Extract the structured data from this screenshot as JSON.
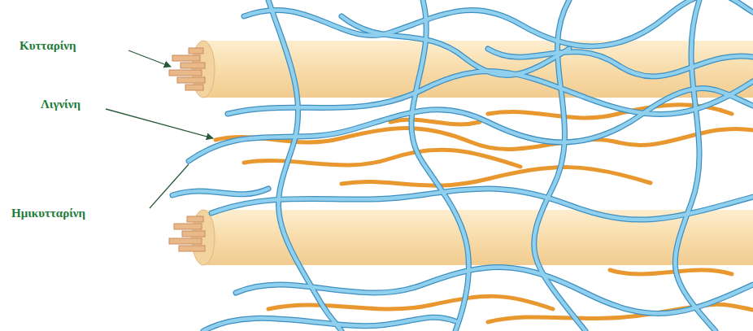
{
  "diagram": {
    "labels": [
      "Κυτταρίνη",
      "Λιγνίνη",
      "Ημικυτταρίνη"
    ]
  }
}
